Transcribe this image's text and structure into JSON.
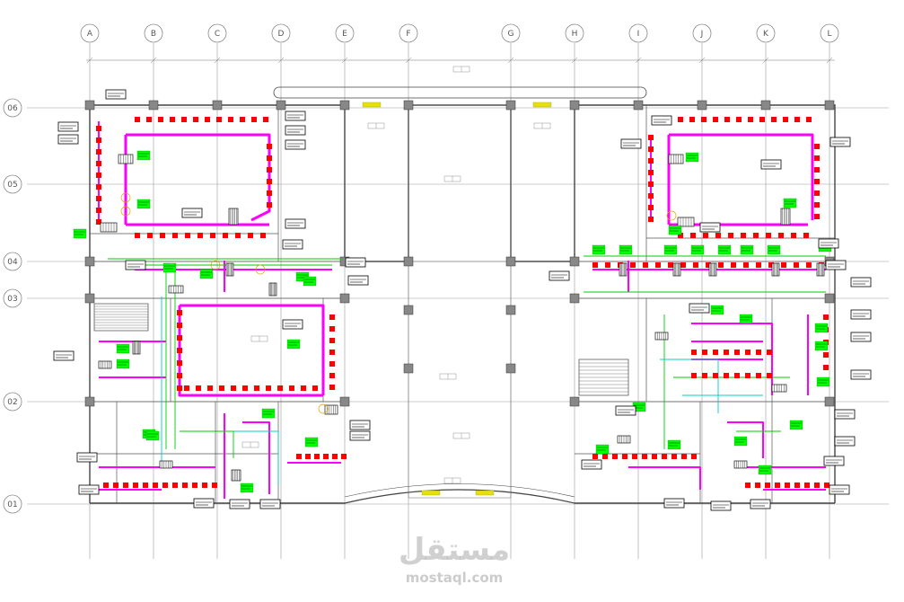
{
  "grid": {
    "columns": [
      "A",
      "B",
      "C",
      "D",
      "E",
      "F",
      "G",
      "H",
      "I",
      "J",
      "K",
      "L"
    ],
    "rows": [
      "06",
      "05",
      "04",
      "03",
      "02",
      "01"
    ]
  },
  "watermark": {
    "arabic": "مستقل",
    "latin": "mostaql.com"
  },
  "colors": {
    "supply_duct": "#ff00ff",
    "diffuser": "#ff0000",
    "pipe_green": "#00cc00",
    "pipe_cyan": "#00cccc",
    "equipment_tag": "#00ff00",
    "grid_line": "#9a9a9a",
    "wall": "#444444"
  }
}
